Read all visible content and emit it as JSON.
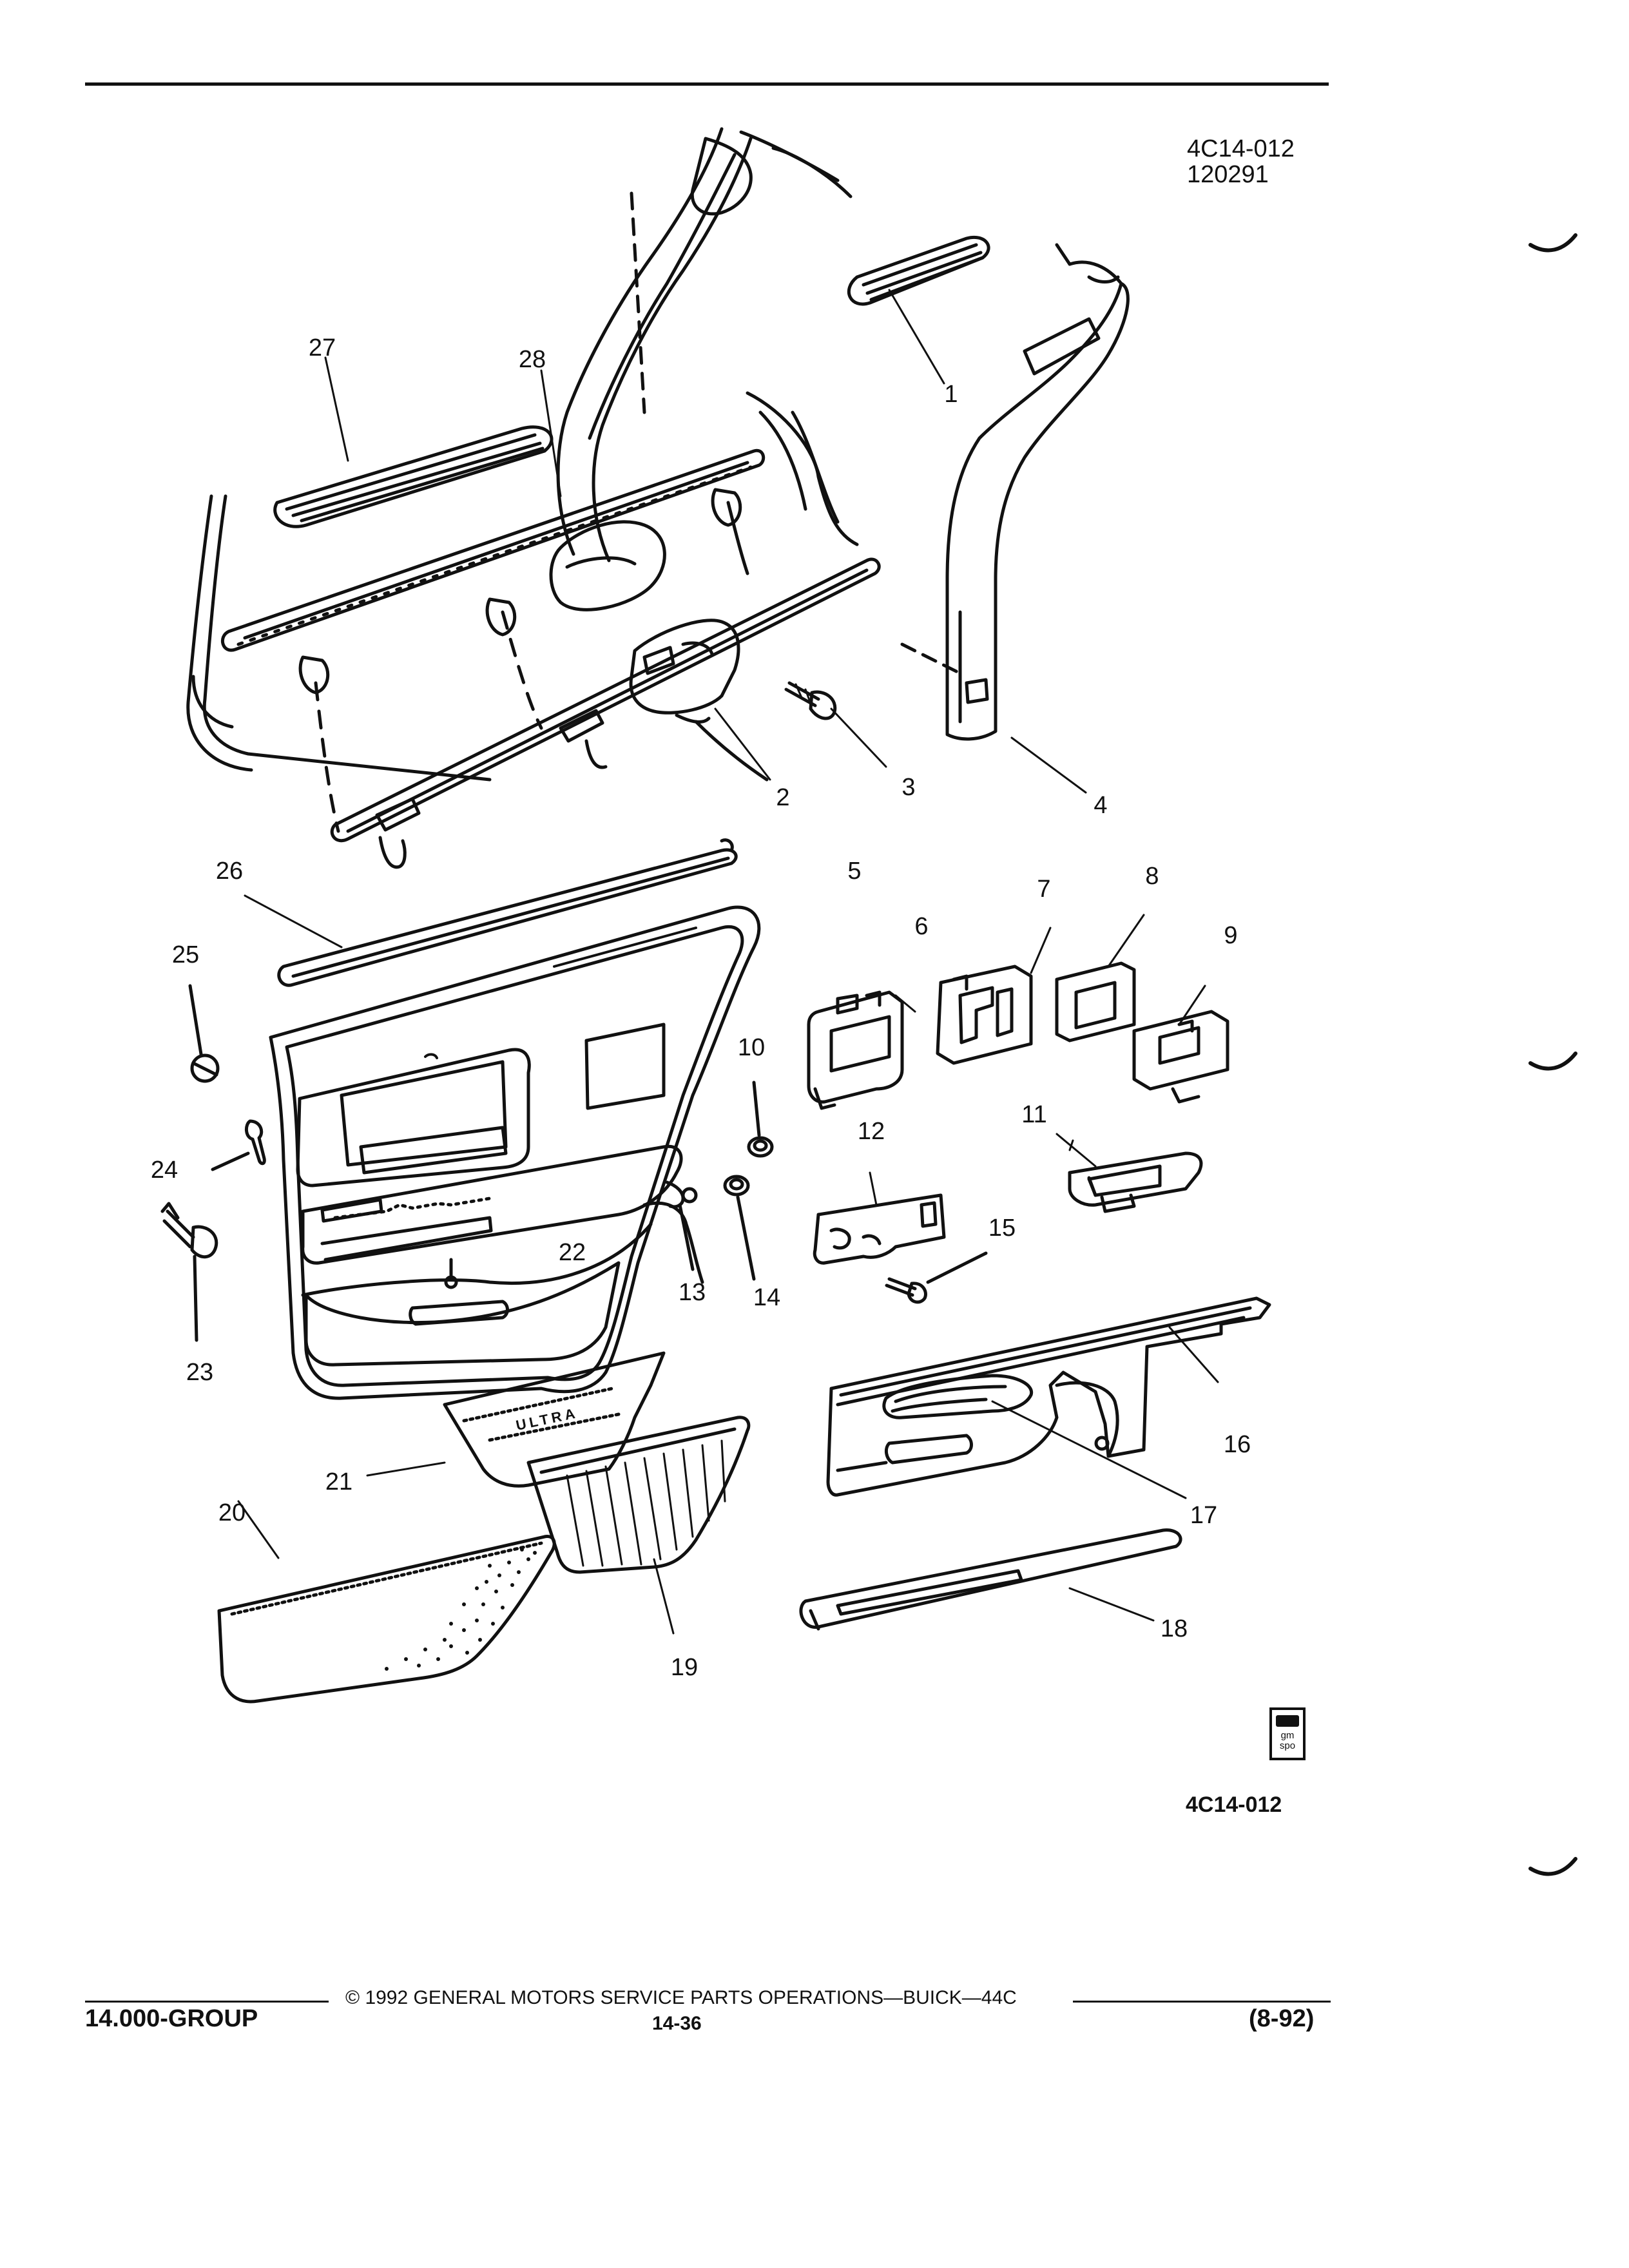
{
  "figure": {
    "ref_code": "4C14-012",
    "ref_date": "120291",
    "bottom_code": "4C14-012",
    "badge_text": "gm spo"
  },
  "callouts": [
    {
      "id": "1",
      "label": "1"
    },
    {
      "id": "2",
      "label": "2"
    },
    {
      "id": "3",
      "label": "3"
    },
    {
      "id": "4",
      "label": "4"
    },
    {
      "id": "5",
      "label": "5"
    },
    {
      "id": "6",
      "label": "6"
    },
    {
      "id": "7",
      "label": "7"
    },
    {
      "id": "8",
      "label": "8"
    },
    {
      "id": "9",
      "label": "9"
    },
    {
      "id": "10",
      "label": "10"
    },
    {
      "id": "11",
      "label": "11"
    },
    {
      "id": "12",
      "label": "12"
    },
    {
      "id": "13",
      "label": "13"
    },
    {
      "id": "14",
      "label": "14"
    },
    {
      "id": "15",
      "label": "15"
    },
    {
      "id": "16",
      "label": "16"
    },
    {
      "id": "17",
      "label": "17"
    },
    {
      "id": "18",
      "label": "18"
    },
    {
      "id": "19",
      "label": "19"
    },
    {
      "id": "20",
      "label": "20"
    },
    {
      "id": "21",
      "label": "21"
    },
    {
      "id": "22",
      "label": "22"
    },
    {
      "id": "23",
      "label": "23"
    },
    {
      "id": "24",
      "label": "24"
    },
    {
      "id": "25",
      "label": "25"
    },
    {
      "id": "26",
      "label": "26"
    },
    {
      "id": "27",
      "label": "27"
    },
    {
      "id": "28",
      "label": "28"
    }
  ],
  "panel_insert_text": "ULTRA",
  "footer": {
    "group": "14.000-GROUP",
    "copyright": "© 1992 GENERAL MOTORS SERVICE PARTS OPERATIONS—BUICK—44C",
    "page": "14-36",
    "revision": "(8-92)"
  }
}
